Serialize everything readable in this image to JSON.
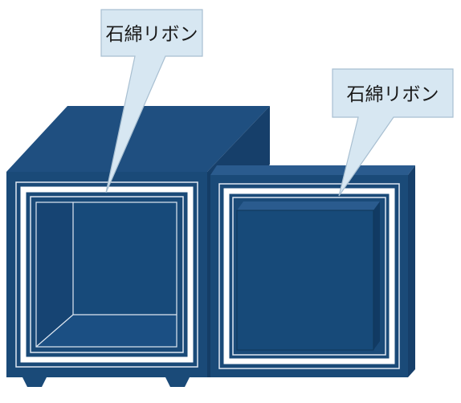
{
  "callouts": {
    "left_label": "石綿リボン",
    "right_label": "石綿リボン"
  },
  "colors": {
    "body": "#1a4a78",
    "body_edge": "#143d66",
    "top_face": "#1f4f80",
    "side_face": "#163f6a",
    "inner_panel": "#174a7a",
    "inner_floor": "#1b4f83",
    "inner_side": "#164473",
    "door_panel": "#174a79",
    "door_top": "#2a5b8e",
    "door_side": "#113a63",
    "ribbon": "#ffffff",
    "outline": "#dfe8f2",
    "callout_fill": "#d7e7f2",
    "callout_stroke": "#a8bfd1",
    "feet": "#1a4a78"
  },
  "scene": {
    "items": [
      "safe-with-open-interior",
      "safe-with-closed-door"
    ]
  }
}
